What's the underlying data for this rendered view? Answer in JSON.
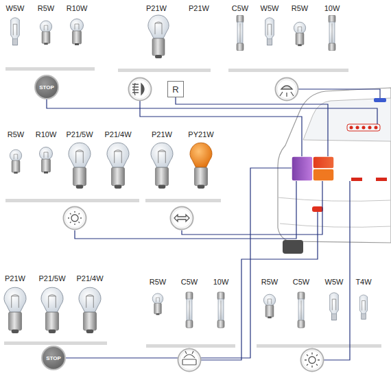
{
  "diagram": {
    "nodes": [
      {
        "text": [
          "STOP"
        ]
      },
      {
        "text": [
          "R"
        ]
      },
      {
        "text": [
          "STOP"
        ]
      }
    ],
    "labels": [
      "W5W",
      "R5W",
      "R10W",
      "P21W",
      "P21W",
      "C5W",
      "W5W",
      "R5W",
      "10W",
      "R5W",
      "R10W",
      "P21/5W",
      "P21/4W",
      "P21W",
      "PY21W",
      "P21W",
      "P21/5W",
      "P21/4W",
      "R5W",
      "C5W",
      "10W",
      "R5W",
      "C5W",
      "W5W",
      "T4W"
    ]
  }
}
